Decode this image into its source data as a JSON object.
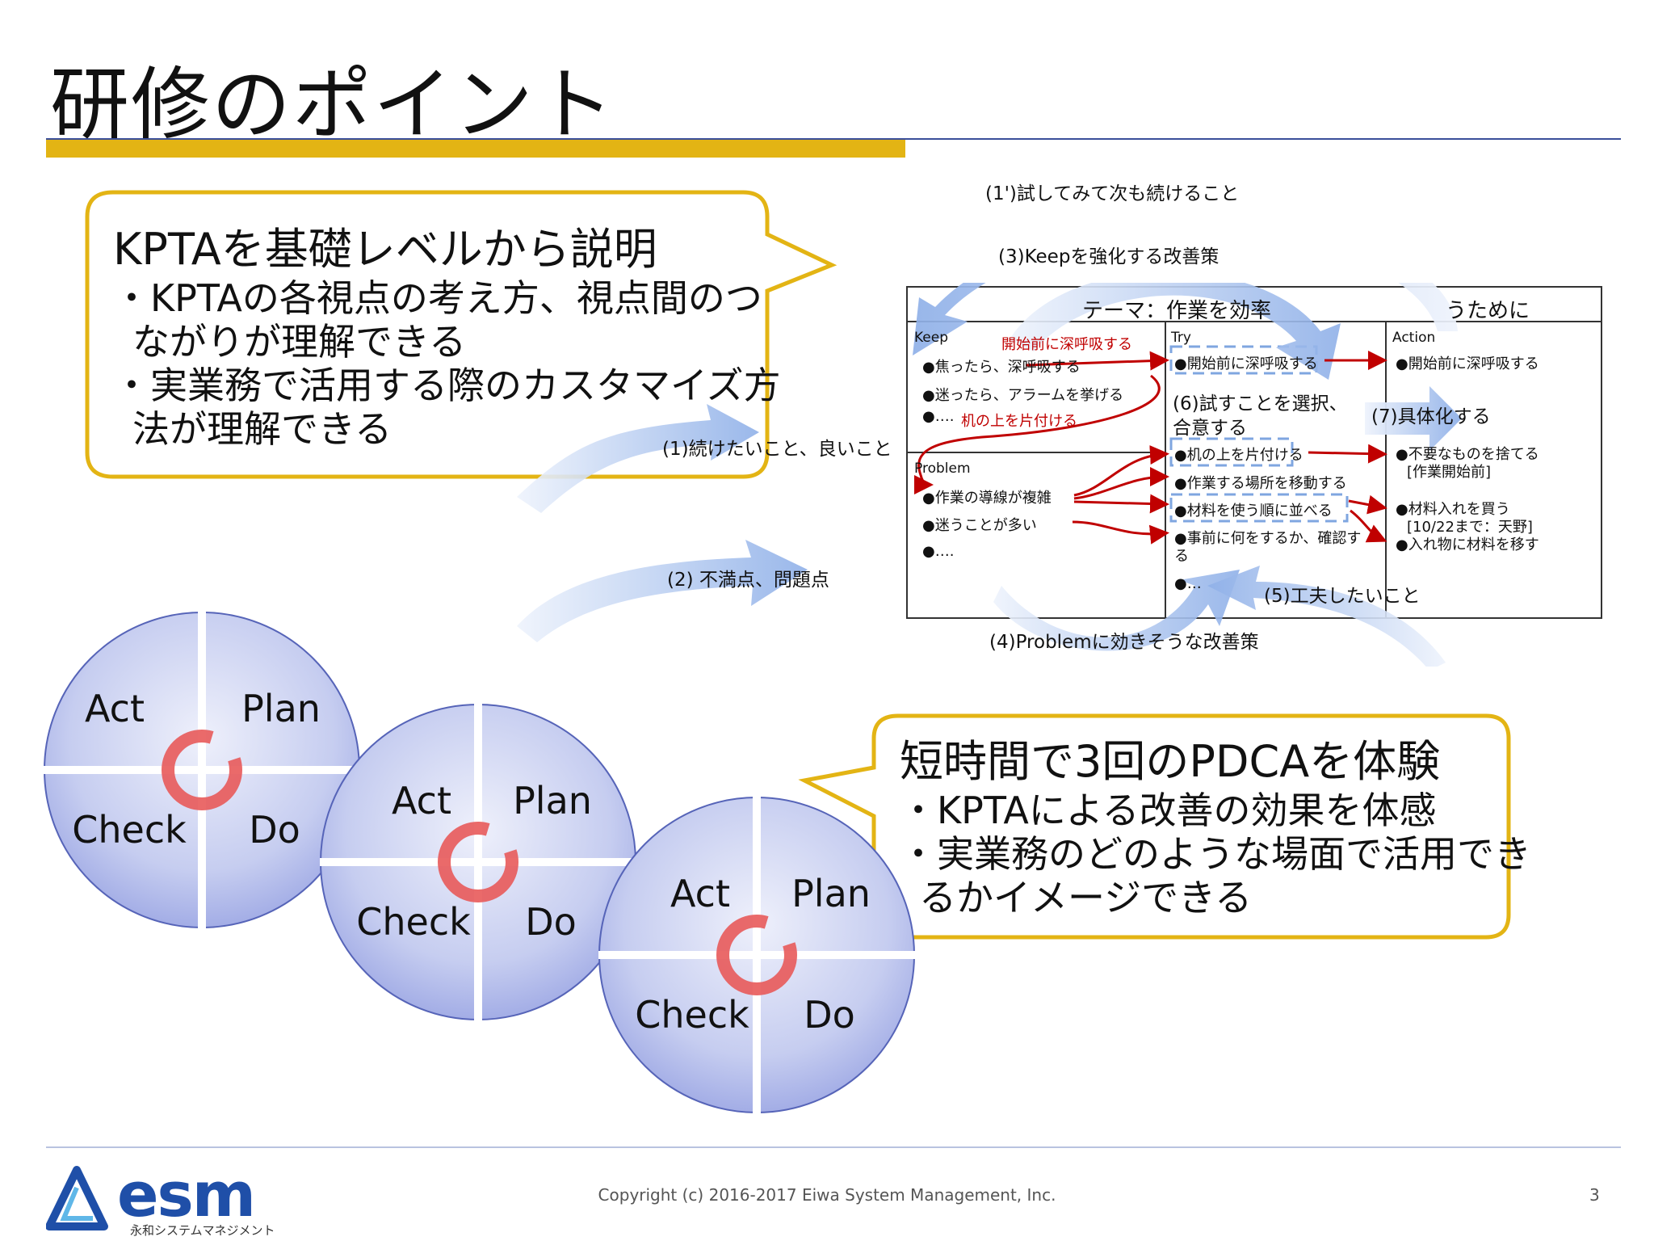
{
  "slide": {
    "title": "研修のポイント",
    "page_number": "3",
    "copyright": "Copyright (c) 2016-2017 Eiwa System Management, Inc.",
    "colors": {
      "gold": "#e3b414",
      "blue_rule": "#3a4f9a",
      "arrow_blue": "#9eb8ea",
      "red": "#c00000"
    }
  },
  "callout_top": {
    "heading": "KPTAを基礎レベルから説明",
    "lines": [
      "・KPTAの各視点の考え方、視点間のつ",
      "ながりが理解できる",
      "・実業務で活用する際のカスタマイズ方",
      "法が理解できる"
    ]
  },
  "callout_bottom": {
    "heading": "短時間で3回のPDCAを体験",
    "lines": [
      "・KPTAによる改善の効果を体感",
      "・実業務のどのような場面で活用でき",
      "るかイメージできる"
    ]
  },
  "kpta_diagram": {
    "theme": "テーマ：作業を効率",
    "theme_tail": "うために",
    "columns": [
      "Keep",
      "Problem",
      "Try",
      "Action"
    ],
    "keep_items": [
      "●焦ったら、深呼吸する",
      "●迷ったら、アラームを挙げる",
      "●…."
    ],
    "keep_red_notes": [
      "開始前に深呼吸する",
      "机の上を片付ける"
    ],
    "problem_items": [
      "●作業の導線が複雑",
      "●迷うことが多い",
      "●…."
    ],
    "try_items": [
      "●開始前に深呼吸する",
      "●机の上を片付ける",
      "●作業する場所を移動する",
      "●材料を使う順に並べる",
      "●事前に何をするか、確認す",
      "る",
      "●…"
    ],
    "try_choose": [
      "(6)試すことを選択、",
      "合意する"
    ],
    "action_items": [
      "●開始前に深呼吸する",
      "●不要なものを捨てる",
      "[作業開始前]",
      "●材料入れを買う",
      "[10/22まで：天野]",
      "●入れ物に材料を移す"
    ],
    "arrow_labels": {
      "a1p": "(1')試してみて次も続けること",
      "a3": "(3)Keepを強化する改善策",
      "a1": "(1)続けたいこと、良いこと",
      "a2": "(2) 不満点、問題点",
      "a4": "(4)Problemに効きそうな改善策",
      "a5": "(5)工夫したいこと",
      "a7": "(7)具体化する"
    }
  },
  "pdca_cycles": [
    {
      "act": "Act",
      "plan": "Plan",
      "check": "Check",
      "do": "Do"
    },
    {
      "act": "Act",
      "plan": "Plan",
      "check": "Check",
      "do": "Do"
    },
    {
      "act": "Act",
      "plan": "Plan",
      "check": "Check",
      "do": "Do"
    }
  ],
  "logo": {
    "text": "esm",
    "subtitle": "永和システムマネジメント"
  }
}
